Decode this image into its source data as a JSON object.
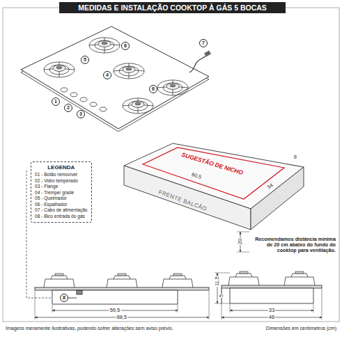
{
  "diagram": {
    "title": "MEDIDAS E INSTALAÇÃO COOKTOP À GÁS 5 BOCAS",
    "caption": "Imagens meramente ilustrativas, podendo sofrer alterações sem aviso prévio.",
    "nodes": [
      {
        "text": [
          "LEGENDA"
        ]
      },
      {
        "text": [
          "SUGESTÃO DE NICHO"
        ]
      }
    ],
    "labels": [
      "8",
      "5",
      "4",
      "6",
      "7",
      "1",
      "2",
      "3",
      "60,5",
      "6",
      "34",
      "FRENTE BALCÃO",
      "20",
      "Recomendamos distância mínima de 20 cm abaixo do fundo do cooktop para ventilação.",
      "8",
      "59,5",
      "68,5",
      "11,5",
      "5",
      "33",
      "46",
      "Dimensões em centímetros (cm)"
    ],
    "legend": [
      {
        "text": "01 - Botão removível"
      },
      {
        "text": "02 - Vidro temperado"
      },
      {
        "text": "03 - Flange"
      },
      {
        "text": "04 - Trempe/ grade"
      },
      {
        "text": "05 - Queimador"
      },
      {
        "text": "06 - Espalhador"
      },
      {
        "text": "07 - Cabo de alimentação"
      },
      {
        "text": "08 - Bico entrada do gás"
      }
    ]
  }
}
